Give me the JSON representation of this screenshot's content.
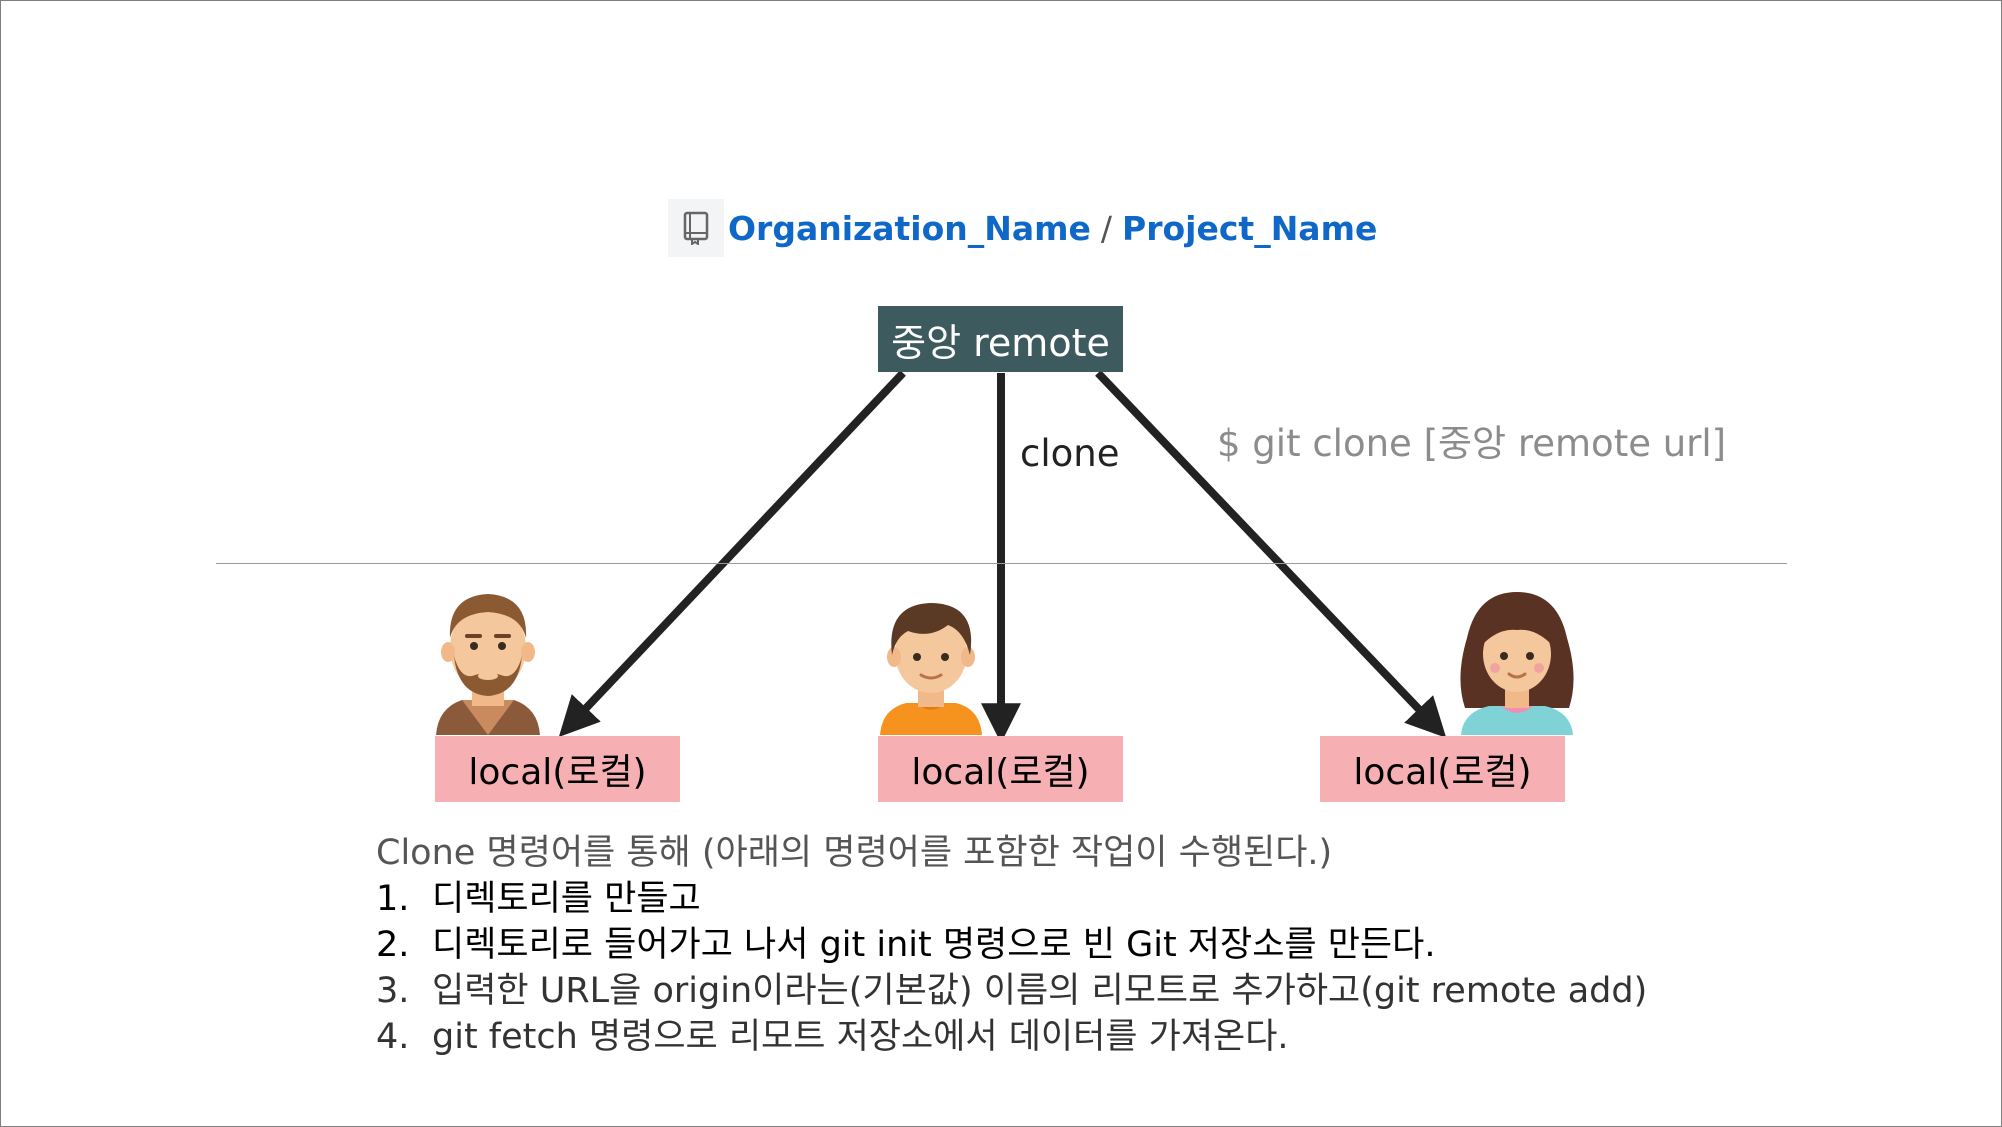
{
  "repo": {
    "org": "Organization_Name",
    "separator": "/",
    "project": "Project_Name"
  },
  "remote_box": {
    "label": "중앙 remote"
  },
  "clone_label": "clone",
  "command": "$ git clone [중앙 remote url]",
  "locals": [
    {
      "label": "local(로컬)"
    },
    {
      "label": "local(로컬)"
    },
    {
      "label": "local(로컬)"
    }
  ],
  "notes": {
    "intro": "Clone 명령어를 통해 (아래의 명령어를 포함한 작업이 수행된다.)",
    "steps": [
      {
        "num": "1.",
        "text": "디렉토리를 만들고"
      },
      {
        "num": "2.",
        "text": "디렉토리로 들어가고 나서 git init 명령으로 빈 Git 저장소를 만든다."
      },
      {
        "num": "3.",
        "text": "입력한 URL을 origin이라는(기본값) 이름의 리모트로 추가하고(git remote add)"
      },
      {
        "num": "4.",
        "text": "git fetch 명령으로 리모트 저장소에서 데이터를 가져온다."
      }
    ]
  },
  "colors": {
    "repo_link": "#0f67c8",
    "remote_box": "#3d5a5e",
    "local_box": "#f6b0b4",
    "arrow": "#222222"
  }
}
